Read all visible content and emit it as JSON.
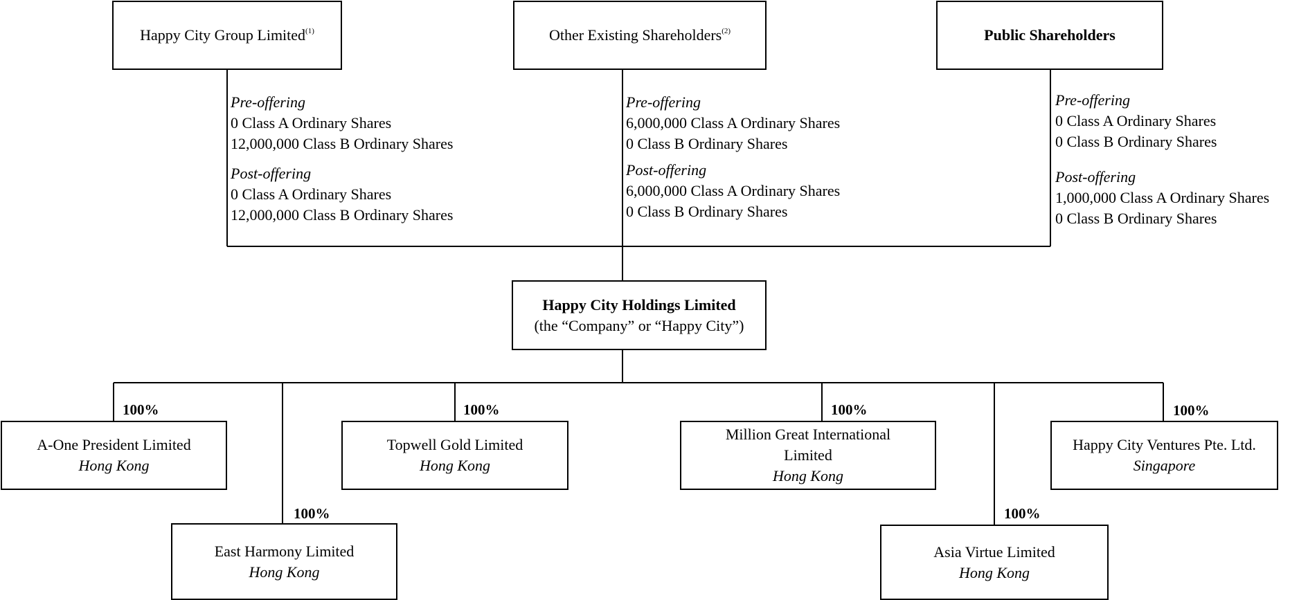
{
  "shareholders": [
    {
      "name": "Happy City Group Limited",
      "note": "(1)",
      "bold": false,
      "pre_label": "Pre-offering",
      "pre": [
        "0 Class A Ordinary Shares",
        "12,000,000 Class B Ordinary Shares"
      ],
      "post_label": "Post-offering",
      "post": [
        "0 Class A Ordinary Shares",
        "12,000,000 Class B Ordinary Shares"
      ]
    },
    {
      "name": "Other Existing Shareholders",
      "note": "(2)",
      "bold": false,
      "pre_label": "Pre-offering",
      "pre": [
        "6,000,000 Class A Ordinary Shares",
        "0 Class B Ordinary Shares"
      ],
      "post_label": "Post-offering",
      "post": [
        "6,000,000 Class A Ordinary Shares",
        "0 Class B Ordinary Shares"
      ]
    },
    {
      "name": "Public Shareholders",
      "note": "",
      "bold": true,
      "pre_label": "Pre-offering",
      "pre": [
        "0 Class A Ordinary Shares",
        "0 Class B Ordinary Shares"
      ],
      "post_label": "Post-offering",
      "post": [
        "1,000,000 Class A Ordinary Shares",
        "0 Class B Ordinary Shares"
      ]
    }
  ],
  "company": {
    "name": "Happy City Holdings Limited",
    "subtitle": "(the “Company” or “Happy City”)"
  },
  "subsidiaries": [
    {
      "name": "A-One President Limited",
      "location": "Hong Kong",
      "ownership": "100%"
    },
    {
      "name": "Topwell Gold Limited",
      "location": "Hong Kong",
      "ownership": "100%"
    },
    {
      "name": "Million Great International Limited",
      "location": "Hong Kong",
      "ownership": "100%"
    },
    {
      "name": "Happy City Ventures Pte. Ltd.",
      "location": "Singapore",
      "ownership": "100%"
    },
    {
      "name": "East Harmony Limited",
      "location": "Hong Kong",
      "ownership": "100%"
    },
    {
      "name": "Asia Virtue Limited",
      "location": "Hong Kong",
      "ownership": "100%"
    }
  ]
}
